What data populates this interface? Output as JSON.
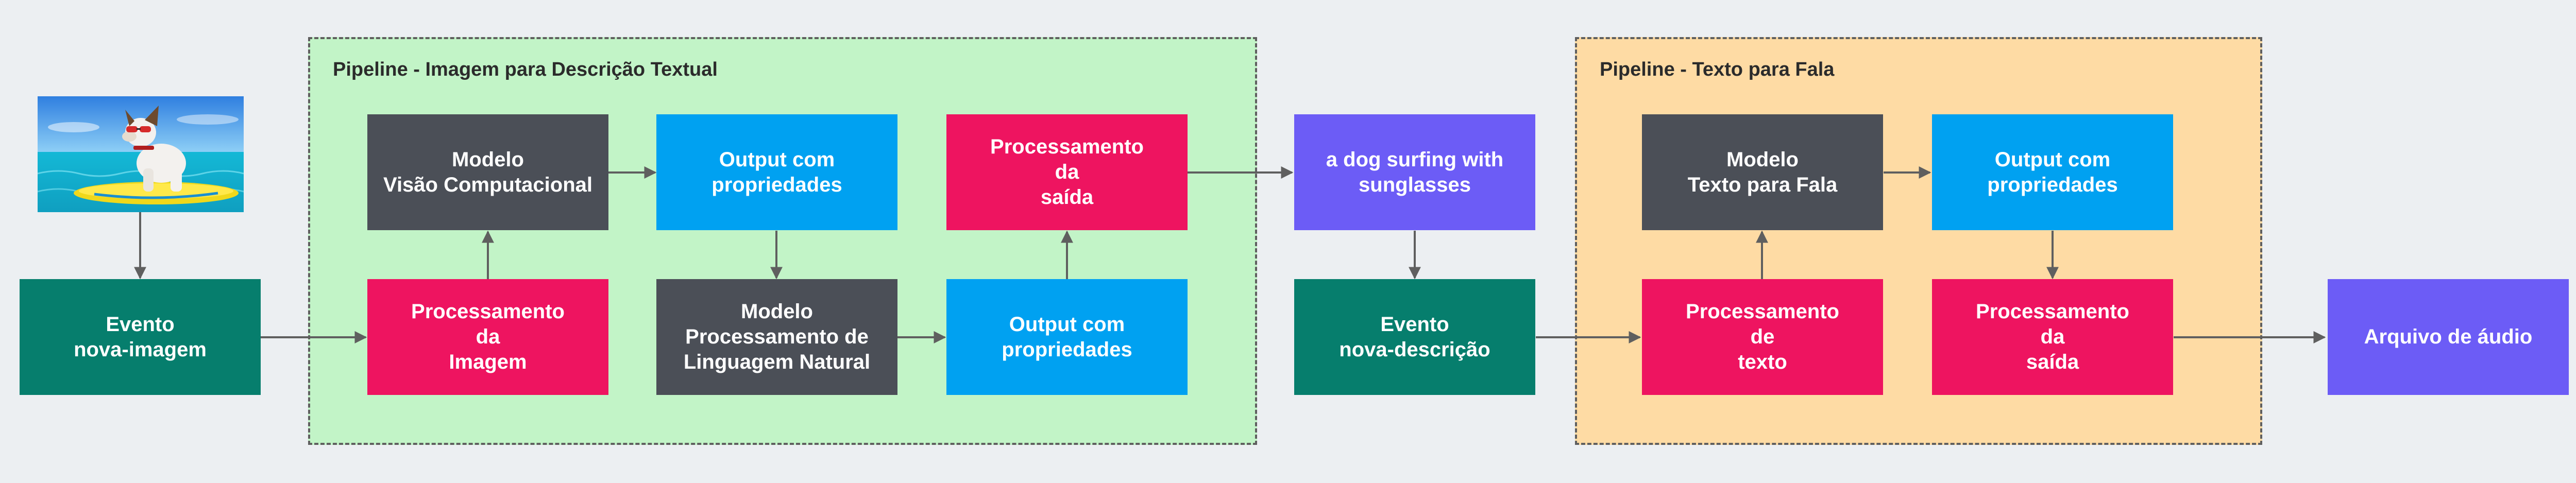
{
  "colors": {
    "dark": "#4b4f57",
    "blue": "#00a1f1",
    "pink": "#ee1460",
    "purple": "#6c5cf6",
    "teal": "#067e6d",
    "group_green": "#c2f4c7",
    "group_orange": "#fedba4",
    "edge": "#5f5f5f"
  },
  "groups": {
    "image_pipeline": {
      "title": "Pipeline - Imagem para Descrição Textual"
    },
    "speech_pipeline": {
      "title": "Pipeline - Texto para Fala"
    }
  },
  "input_image": {
    "icon": "dog-surfing-photo"
  },
  "nodes": {
    "event_new_image": "Evento\nnova-imagem",
    "vision_model": "Modelo\nVisão Computacional",
    "image_processing": "Processamento\nda\nImagem",
    "vision_output": "Output com\npropriedades",
    "nlp_model": "Modelo\nProcessamento de\nLinguagem Natural",
    "nlp_output": "Output com\npropriedades",
    "output_processing_1": "Processamento\nda\nsaída",
    "caption": "a dog surfing with\nsunglasses",
    "event_new_description": "Evento\nnova-descrição",
    "text_processing": "Processamento\nde\ntexto",
    "tts_model": "Modelo\nTexto para Fala",
    "tts_output": "Output com\npropriedades",
    "output_processing_2": "Processamento\nda\nsaída",
    "audio_file": "Arquivo de áudio"
  }
}
